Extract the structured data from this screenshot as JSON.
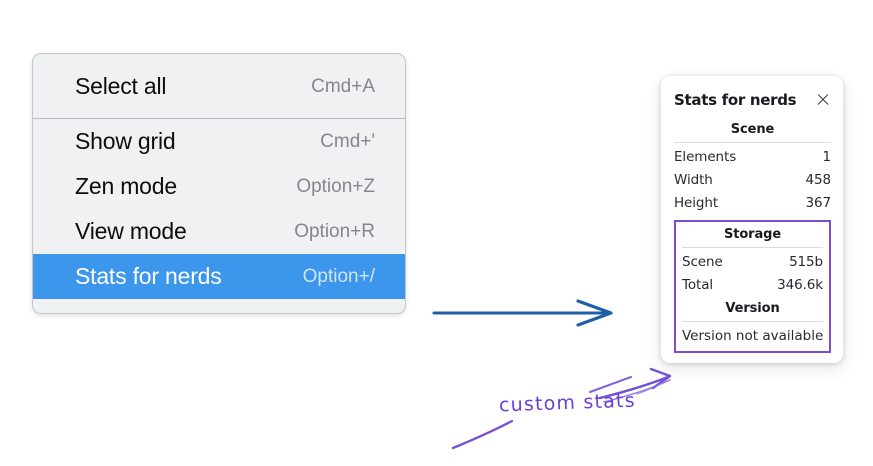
{
  "context_menu": {
    "name": "canvas-context-menu",
    "groups": [
      {
        "items": [
          {
            "label": "Select all",
            "shortcut": "Cmd+A",
            "selected": false
          }
        ]
      },
      {
        "items": [
          {
            "label": "Show grid",
            "shortcut": "Cmd+'",
            "selected": false
          },
          {
            "label": "Zen mode",
            "shortcut": "Option+Z",
            "selected": false
          },
          {
            "label": "View mode",
            "shortcut": "Option+R",
            "selected": false
          },
          {
            "label": "Stats for nerds",
            "shortcut": "Option+/",
            "selected": true
          }
        ]
      }
    ],
    "highlight_color": "#3c96ec",
    "background_color": "#f0f1f3"
  },
  "stats_panel": {
    "title": "Stats for nerds",
    "close_icon": "close-icon",
    "sections": [
      {
        "heading": "Scene",
        "rows": [
          {
            "key": "Elements",
            "value": "1"
          },
          {
            "key": "Width",
            "value": "458"
          },
          {
            "key": "Height",
            "value": "367"
          }
        ]
      },
      {
        "heading": "Storage",
        "rows": [
          {
            "key": "Scene",
            "value": "515b"
          },
          {
            "key": "Total",
            "value": "346.6k"
          }
        ]
      },
      {
        "heading": "Version",
        "single_line": "Version not available"
      }
    ],
    "highlight_box_color": "#7c4dd0"
  },
  "annotations": {
    "label": "custom stats",
    "label_color": "#6c3fd4",
    "flow_arrow_color": "#1f5fa9",
    "pointer_arrow_color": "#7550d8"
  }
}
